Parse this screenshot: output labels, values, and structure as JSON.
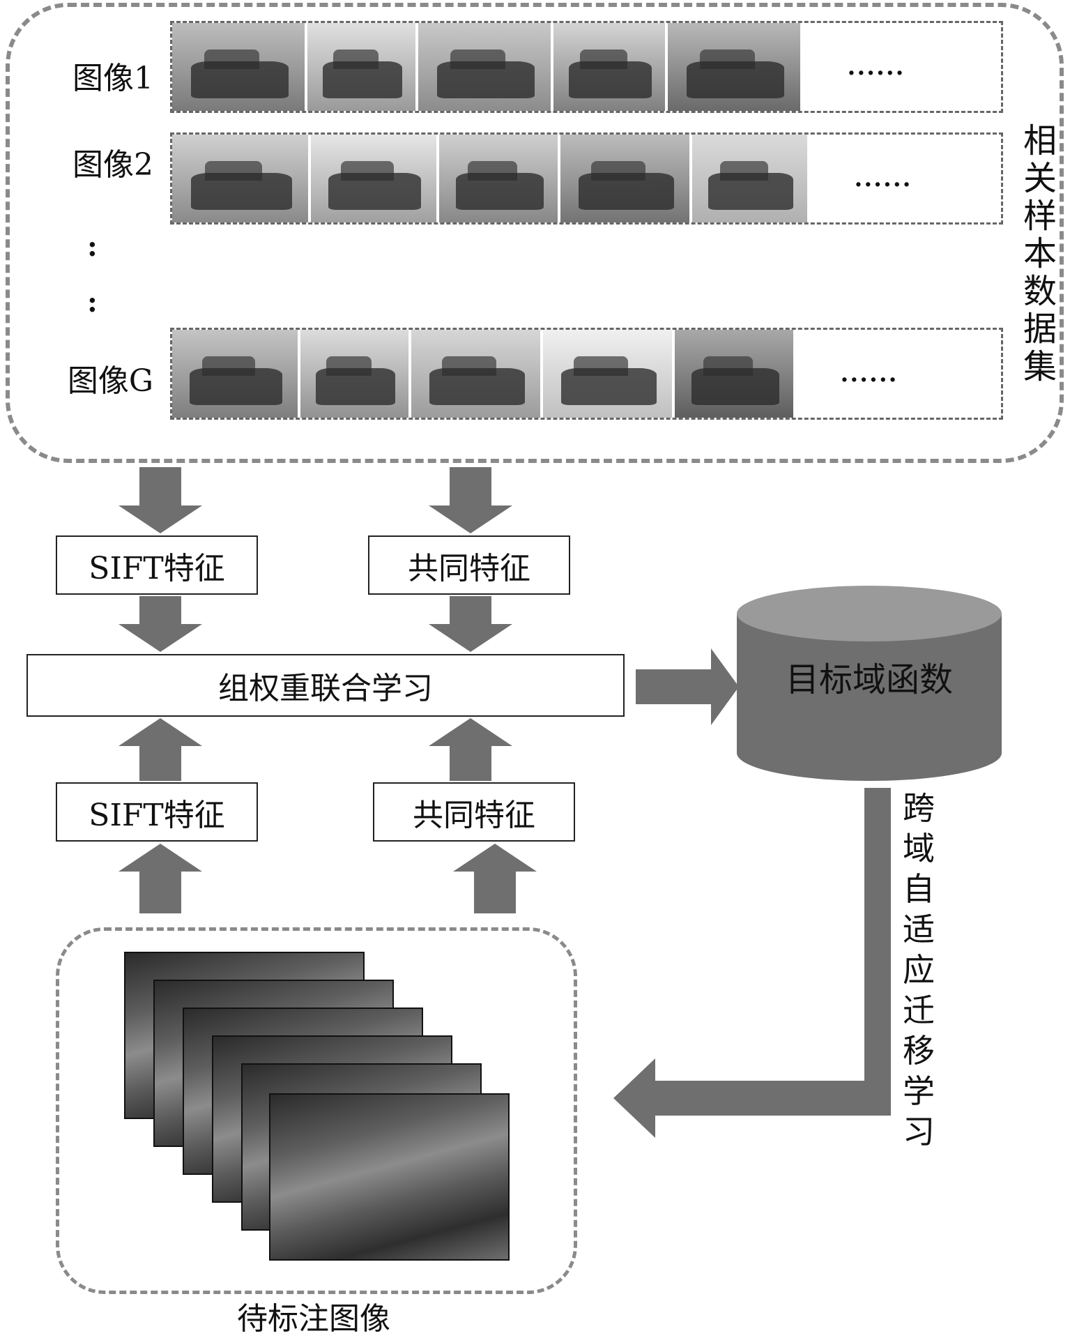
{
  "dataset": {
    "title": "相关样本数据集",
    "rows": [
      {
        "label": "图像1",
        "thumbs": 5,
        "ellipsis": "......"
      },
      {
        "label": "图像2",
        "thumbs": 5,
        "ellipsis": "......"
      },
      {
        "label": "图像G",
        "thumbs": 5,
        "ellipsis": "......"
      }
    ],
    "vertical_dots": ":"
  },
  "boxes": {
    "sift_top": "SIFT特征",
    "common_top": "共同特征",
    "joint": "组权重联合学习",
    "sift_bottom": "SIFT特征",
    "common_bottom": "共同特征"
  },
  "target_function": "目标域函数",
  "transfer_label": "跨域自适应迁移学习",
  "unlabeled_caption": "待标注图像",
  "colors": {
    "arrow": "#6f6f6f",
    "frame": "#8a8a8a",
    "cylinder": "#6f6f6f"
  }
}
